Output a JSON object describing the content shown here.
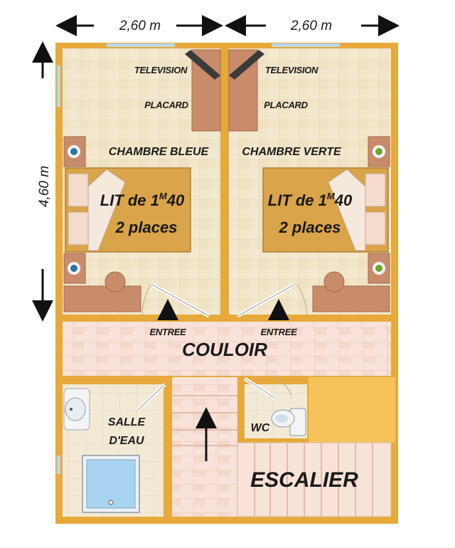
{
  "dimensions": {
    "width_top_left": "2,60 m",
    "width_top_right": "2,60 m",
    "height_left": "4,60 m"
  },
  "rooms": {
    "bedroom_left": {
      "name": "CHAMBRE BLEUE",
      "television": "TELEVISION",
      "closet": "PLACARD",
      "bed_line1_pre": "LIT de 1",
      "bed_line1_sup": "M",
      "bed_line1_post": "40",
      "bed_line2": "2 places",
      "entrance": "ENTREE",
      "accent_color": "#2f6fb0"
    },
    "bedroom_right": {
      "name": "CHAMBRE VERTE",
      "television": "TELEVISION",
      "closet": "PLACARD",
      "bed_line1_pre": "LIT de 1",
      "bed_line1_sup": "M",
      "bed_line1_post": "40",
      "bed_line2": "2 places",
      "entrance": "ENTREE",
      "accent_color": "#6aa532"
    },
    "corridor": {
      "name": "COULOIR"
    },
    "bathroom": {
      "name_line1": "SALLE",
      "name_line2": "D'EAU"
    },
    "wc": {
      "name": "WC"
    },
    "stairs": {
      "name": "ESCALIER"
    }
  },
  "colors": {
    "wall": "#e6a93a",
    "floor_tile": "#f2e8cf",
    "corridor_tile": "#f7ddd2",
    "bed": "#d9a44a",
    "furniture": "#c98c6a",
    "fixture": "#f4f4f4"
  }
}
